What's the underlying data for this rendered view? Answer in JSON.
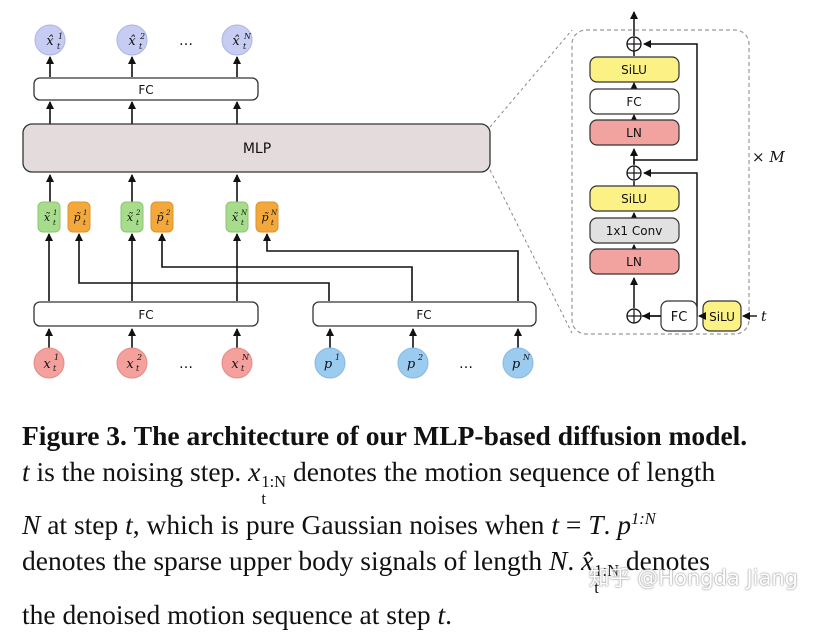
{
  "diagram": {
    "top_outputs": [
      "x̂t1",
      "x̂t2",
      "…",
      "x̂tN"
    ],
    "fc_label": "FC",
    "mlp_label": "MLP",
    "bottom_inputs_x": [
      "xt1",
      "xt2",
      "…",
      "xtN"
    ],
    "bottom_inputs_p": [
      "p1",
      "p2",
      "…",
      "pN"
    ],
    "block": {
      "silu": "SiLU",
      "fc": "FC",
      "ln": "LN",
      "conv": "1x1 Conv",
      "repeat": "× M",
      "t_label": "t"
    },
    "colors": {
      "x_input": "#f4a09c",
      "p_input": "#9ccbf0",
      "output": "#c7cdf2",
      "token_x": "#a6dc8c",
      "token_p": "#f2a83a",
      "mlp": "#e4dcdc",
      "silu": "#fbf184",
      "ln": "#f2a3a0",
      "conv": "#e1e1e1"
    }
  },
  "caption": {
    "figure_label": "Figure 3.",
    "title": "The architecture of our MLP-based diffusion model.",
    "line1": [
      "t",
      " is the noising step. ",
      "x",
      "1:N",
      "t",
      " denotes the motion sequence of length"
    ],
    "line2": [
      "N",
      " at step ",
      "t",
      ", which is pure Gaussian noises when ",
      "t",
      " = ",
      "T",
      ". ",
      "p",
      "1:N"
    ],
    "line3": [
      "denotes the sparse upper body signals of length ",
      "N",
      ". ",
      "x̂",
      "1:N",
      "t",
      " denotes"
    ],
    "line4": [
      "the denoised motion sequence at step ",
      "t",
      "."
    ]
  },
  "watermark": "知乎 @Hongda Jiang"
}
